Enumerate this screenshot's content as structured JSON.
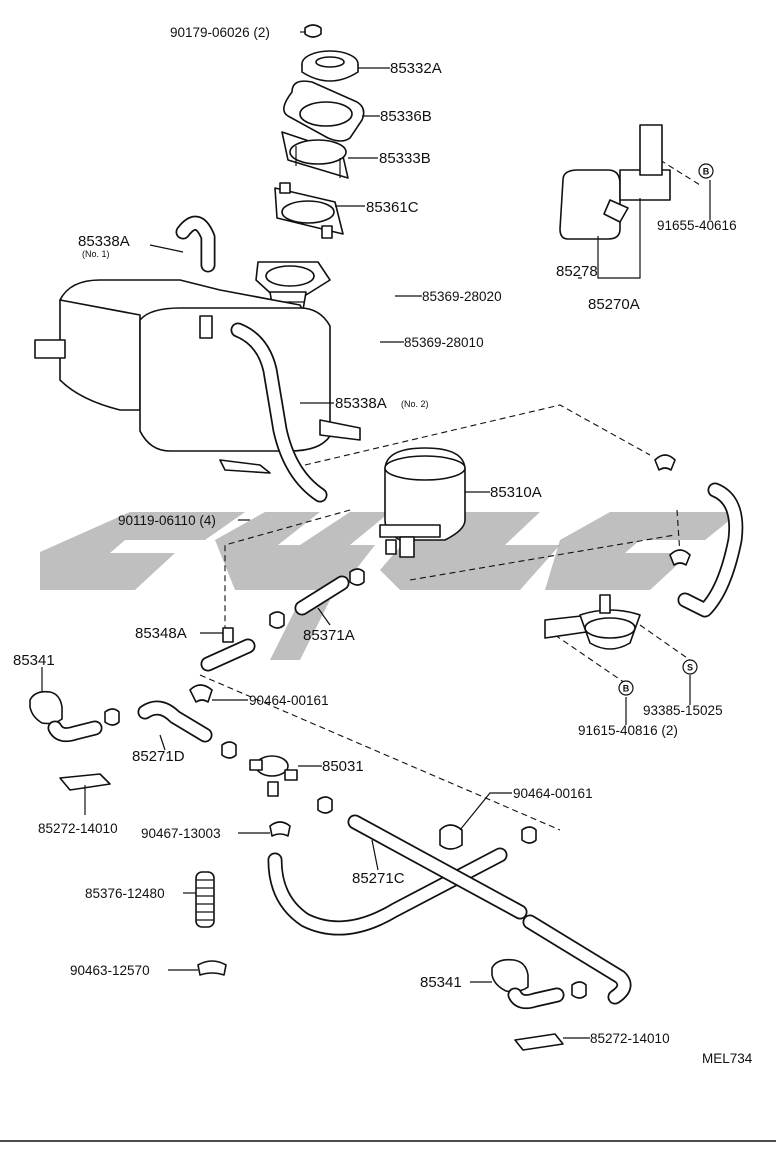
{
  "parts": {
    "p90179": "90179-06026 (2)",
    "p85332A": "85332A",
    "p85336B": "85336B",
    "p85333B": "85333B",
    "p85361C": "85361C",
    "p85338A_1": "85338A",
    "p85338A_1_sub": "(No. 1)",
    "p85369_28020": "85369-28020",
    "p85369_28010": "85369-28010",
    "p85338A_2": "85338A",
    "p85338A_2_sub": "(No. 2)",
    "p85310A": "85310A",
    "p90119": "90119-06110 (4)",
    "p85348A": "85348A",
    "p85371A": "85371A",
    "p85341_top": "85341",
    "p90464_top": "90464-00161",
    "p85271D": "85271D",
    "p85031": "85031",
    "p85272_top": "85272-14010",
    "p90467": "90467-13003",
    "p90464_mid": "90464-00161",
    "p85271C": "85271C",
    "p85376": "85376-12480",
    "p90463": "90463-12570",
    "p85341_bot": "85341",
    "p85272_bot": "85272-14010",
    "p91655": "91655-40616",
    "p85278": "85278",
    "p85270A": "85270A",
    "p93385": "93385-15025",
    "p91615": "91615-40816 (2)"
  },
  "symbols": {
    "b1": "B",
    "b2": "B",
    "s1": "S"
  },
  "diagram_code": "MEL734"
}
